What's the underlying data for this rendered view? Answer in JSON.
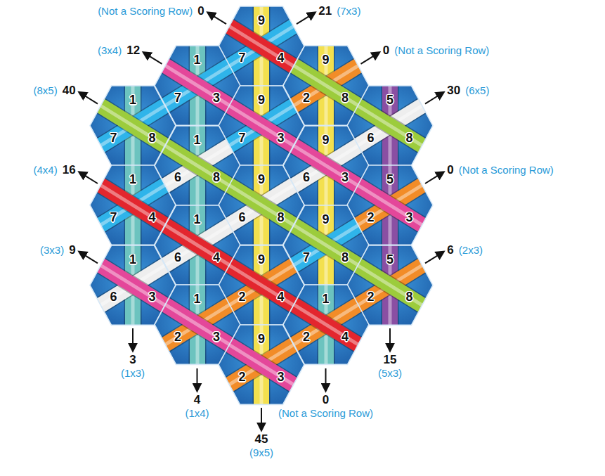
{
  "diagram": {
    "nodes": [
      {
        "text": [
          "9",
          "7",
          "4"
        ]
      },
      {
        "text": [
          "1",
          "7",
          "3"
        ]
      },
      {
        "text": [
          "9",
          "2",
          "8"
        ]
      },
      {
        "text": [
          "1",
          "7",
          "8"
        ]
      },
      {
        "text": [
          "9",
          "7",
          "3"
        ]
      },
      {
        "text": [
          "5",
          "6",
          "8"
        ]
      },
      {
        "text": [
          "1",
          "6",
          "8"
        ]
      },
      {
        "text": [
          "9",
          "6",
          "3"
        ]
      },
      {
        "text": [
          "1",
          "7",
          "4"
        ]
      },
      {
        "text": [
          "9",
          "6",
          "8"
        ]
      },
      {
        "text": [
          "5",
          "2",
          "3"
        ]
      },
      {
        "text": [
          "1",
          "6",
          "4"
        ]
      },
      {
        "text": [
          "9",
          "7",
          "8"
        ]
      },
      {
        "text": [
          "1",
          "6",
          "3"
        ]
      },
      {
        "text": [
          "9",
          "2",
          "4"
        ]
      },
      {
        "text": [
          "5",
          "2",
          "8"
        ]
      },
      {
        "text": [
          "1",
          "2",
          "3"
        ]
      },
      {
        "text": [
          "1",
          "2",
          "4"
        ]
      },
      {
        "text": [
          "9",
          "2",
          "3"
        ]
      }
    ],
    "labels": [
      "(Not a Scoring Row)",
      "0",
      "21",
      "(7x3)",
      "(3x4)",
      "12",
      "0",
      "(Not a Scoring Row)",
      "(8x5)",
      "40",
      "30",
      "(6x5)",
      "(4x4)",
      "16",
      "0",
      "(Not a Scoring Row)",
      "(3x3)",
      "9",
      "6",
      "(2x3)",
      "3",
      "(1x3)",
      "4",
      "(1x4)",
      "0",
      "(Not a Scoring Row)",
      "15",
      "(5x3)",
      "45",
      "(9x5)"
    ]
  }
}
